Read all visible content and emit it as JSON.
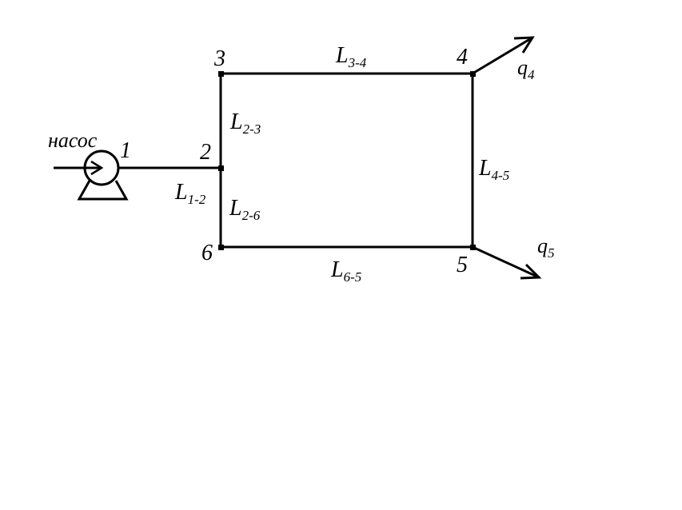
{
  "diagram": {
    "pump_label": "насос",
    "nodes": [
      {
        "id": "1",
        "label": "1"
      },
      {
        "id": "2",
        "label": "2"
      },
      {
        "id": "3",
        "label": "3"
      },
      {
        "id": "4",
        "label": "4"
      },
      {
        "id": "5",
        "label": "5"
      },
      {
        "id": "6",
        "label": "6"
      }
    ],
    "edges": [
      {
        "from": "1",
        "to": "2",
        "label_main": "L",
        "label_sub": "1-2"
      },
      {
        "from": "2",
        "to": "3",
        "label_main": "L",
        "label_sub": "2-3"
      },
      {
        "from": "3",
        "to": "4",
        "label_main": "L",
        "label_sub": "3-4"
      },
      {
        "from": "4",
        "to": "5",
        "label_main": "L",
        "label_sub": "4-5"
      },
      {
        "from": "2",
        "to": "6",
        "label_main": "L",
        "label_sub": "2-6"
      },
      {
        "from": "6",
        "to": "5",
        "label_main": "L",
        "label_sub": "6-5"
      }
    ],
    "outflows": [
      {
        "node": "4",
        "label_main": "q",
        "label_sub": "4"
      },
      {
        "node": "5",
        "label_main": "q",
        "label_sub": "5"
      }
    ]
  }
}
